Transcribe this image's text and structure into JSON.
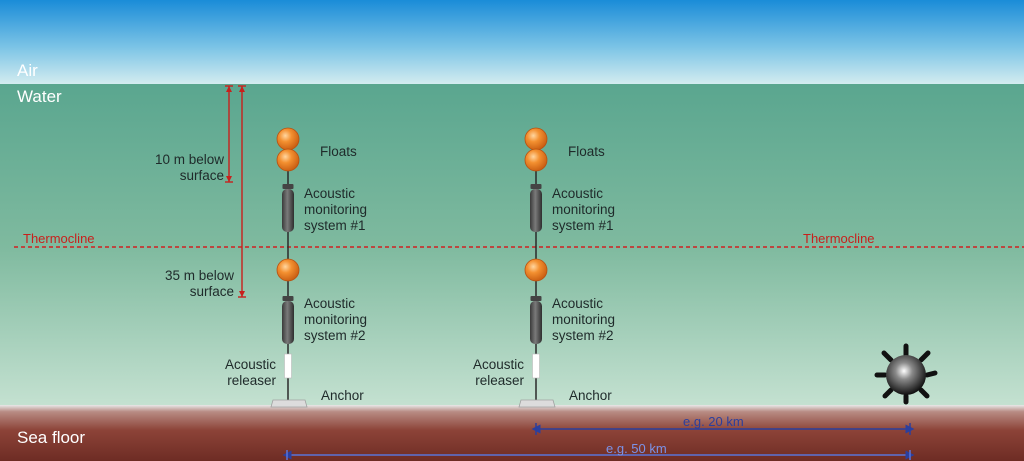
{
  "zones": {
    "air": "Air",
    "water": "Water",
    "sea_floor": "Sea floor"
  },
  "depths": {
    "shallow": [
      "10 m below",
      "surface"
    ],
    "deep": [
      "35 m below",
      "surface"
    ]
  },
  "thermocline": "Thermocline",
  "mooring_labels": {
    "floats": "Floats",
    "system1": [
      "Acoustic",
      "monitoring",
      "system #1"
    ],
    "system2": [
      "Acoustic",
      "monitoring",
      "system #2"
    ],
    "releaser": [
      "Acoustic",
      "releaser"
    ],
    "anchor": "Anchor"
  },
  "distances": {
    "near": "e.g. 20 km",
    "far": "e.g. 50 km"
  },
  "colors": {
    "sky_top": "#1e90d8",
    "water_top": "#5ea894",
    "water_bottom": "#c8e2d4",
    "floor_top": "#9a4a3c",
    "floor_bottom": "#6a2d24",
    "float": "#f08a2a",
    "thermocline": "#d02020",
    "depth_marker": "#c8201c",
    "distance_marker": "#2b3f9e"
  },
  "icons": {
    "sound_source": "explosion-icon"
  }
}
